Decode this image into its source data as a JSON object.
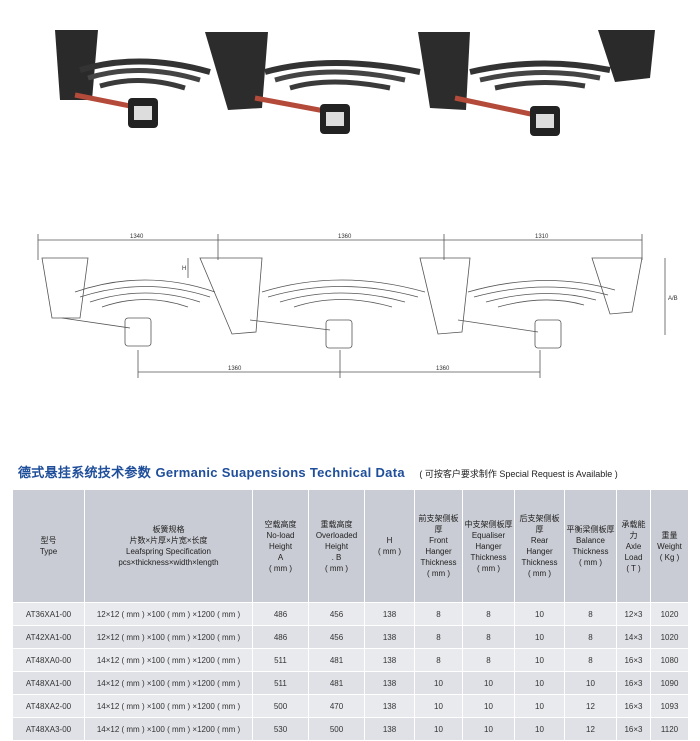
{
  "dimensions": {
    "top_left": "1340",
    "top_mid": "1360",
    "top_right": "1310",
    "bottom_left": "1360",
    "bottom_right": "1360",
    "side_h": "H",
    "side_right": "A/B"
  },
  "heading": {
    "cn": "德式悬挂系统技术参数",
    "en": "Germanic Suapensions Technical Data",
    "note": "( 可按客户要求制作  Special Request is Available )"
  },
  "table": {
    "headers": [
      [
        "型号",
        "Type"
      ],
      [
        "板簧规格",
        "片数×片厚×片宽×长度",
        "Leafspring Specification",
        "pcs×thickness×width×length"
      ],
      [
        "空载高度",
        "No-load",
        "Height",
        "A",
        "( mm )"
      ],
      [
        "重载高度",
        "Overloaded",
        "Height",
        ". B",
        "( mm )"
      ],
      [
        "H",
        "( mm )"
      ],
      [
        "前支架侧板厚",
        "Front",
        "Hanger",
        "Thickness",
        "( mm )"
      ],
      [
        "中支架侧板厚",
        "Equaliser",
        "Hanger",
        "Thickness",
        "( mm )"
      ],
      [
        "后支架侧板厚",
        "Rear",
        "Hanger",
        "Thickness",
        "( mm )"
      ],
      [
        "平衡梁侧板厚",
        "Balance",
        "Thickness",
        "( mm )"
      ],
      [
        "承载能力",
        "Axle",
        "Load",
        "( T )"
      ],
      [
        "重量",
        "Weight",
        "( Kg )"
      ]
    ],
    "rows": [
      [
        "AT36XA1-00",
        "12×12 ( mm ) ×100 ( mm ) ×1200 ( mm )",
        "486",
        "456",
        "138",
        "8",
        "8",
        "10",
        "8",
        "12×3",
        "1020"
      ],
      [
        "AT42XA1-00",
        "12×12 ( mm ) ×100 ( mm ) ×1200 ( mm )",
        "486",
        "456",
        "138",
        "8",
        "8",
        "10",
        "8",
        "14×3",
        "1020"
      ],
      [
        "AT48XA0-00",
        "14×12 ( mm ) ×100 ( mm ) ×1200 ( mm )",
        "511",
        "481",
        "138",
        "8",
        "8",
        "10",
        "8",
        "16×3",
        "1080"
      ],
      [
        "AT48XA1-00",
        "14×12 ( mm ) ×100 ( mm ) ×1200 ( mm )",
        "511",
        "481",
        "138",
        "10",
        "10",
        "10",
        "10",
        "16×3",
        "1090"
      ],
      [
        "AT48XA2-00",
        "14×12 ( mm ) ×100 ( mm ) ×1200 ( mm )",
        "500",
        "470",
        "138",
        "10",
        "10",
        "10",
        "12",
        "16×3",
        "1093"
      ],
      [
        "AT48XA3-00",
        "14×12 ( mm ) ×100 ( mm ) ×1200 ( mm )",
        "530",
        "500",
        "138",
        "10",
        "10",
        "10",
        "12",
        "16×3",
        "1120"
      ]
    ]
  }
}
